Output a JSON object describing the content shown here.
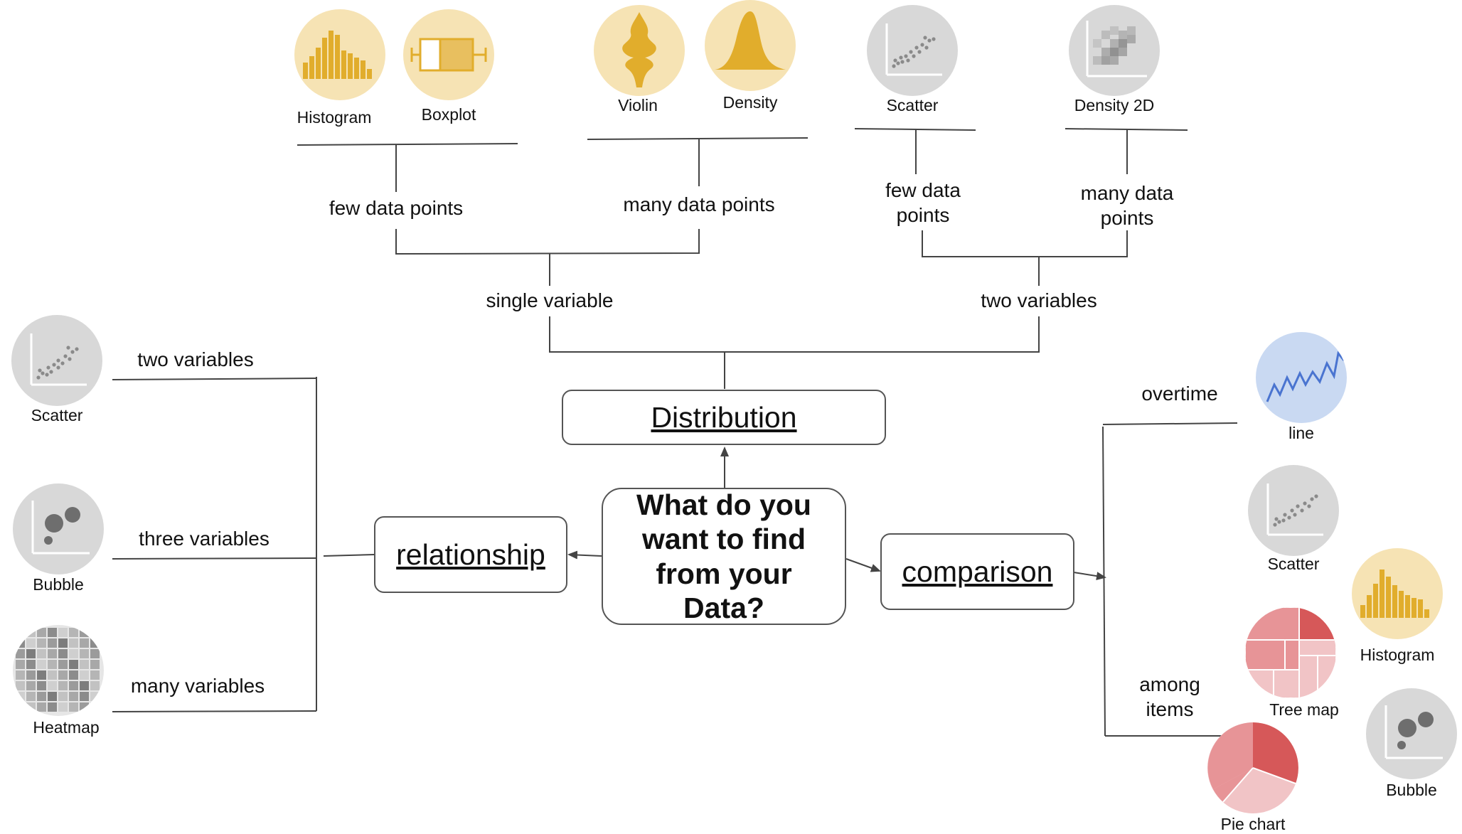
{
  "center": {
    "question": "What do you want to find from your Data?"
  },
  "categories": {
    "distribution": "Distribution",
    "relationship": "relationship",
    "comparison": "comparison"
  },
  "distribution": {
    "single_variable": "single variable",
    "two_variables": "two variables",
    "single_few": "few data points",
    "single_many": "many data points",
    "two_few": "few data points",
    "two_many": "many data points",
    "charts": {
      "histogram": "Histogram",
      "boxplot": "Boxplot",
      "violin": "Violin",
      "density": "Density",
      "scatter": "Scatter",
      "density2d": "Density 2D"
    }
  },
  "relationship": {
    "two_variables": "two variables",
    "three_variables": "three variables",
    "many_variables": "many variables",
    "charts": {
      "scatter": "Scatter",
      "bubble": "Bubble",
      "heatmap": "Heatmap"
    }
  },
  "comparison": {
    "overtime": "overtime",
    "among_items": "among items",
    "charts": {
      "line": "line",
      "scatter": "Scatter",
      "histogram": "Histogram",
      "treemap": "Tree map",
      "bubble": "Bubble",
      "pie": "Pie chart"
    }
  },
  "colors": {
    "line": "#444444",
    "yellow_bg": "#f6e3b4",
    "yellow_mark": "#e1ad2c",
    "gray_bg": "#d8d8d8",
    "gray_mark": "#8a8a8a",
    "blue_bg": "#c9d9f2",
    "blue_mark": "#4a74d0",
    "red_light": "#f1c4c6",
    "red_mid": "#e79497",
    "red_dark": "#d65859"
  }
}
